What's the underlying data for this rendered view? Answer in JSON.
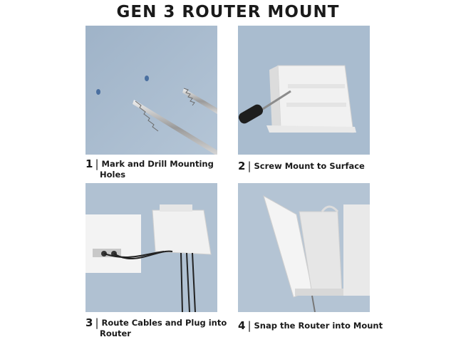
{
  "title": "GEN 3 ROUTER MOUNT",
  "steps": [
    {
      "number": "1",
      "line1": "Mark and Drill Mounting",
      "line2": "Holes"
    },
    {
      "number": "2",
      "line1": "Screw Mount to Surface",
      "line2": ""
    },
    {
      "number": "3",
      "line1": "Route Cables and Plug into",
      "line2": "Router"
    },
    {
      "number": "4",
      "line1": "Snap the Router into Mount",
      "line2": ""
    }
  ],
  "separator": "|",
  "colors": {
    "wall": "#a4b7cb",
    "mount": "#f2f2f2",
    "text": "#1a1a1a"
  }
}
